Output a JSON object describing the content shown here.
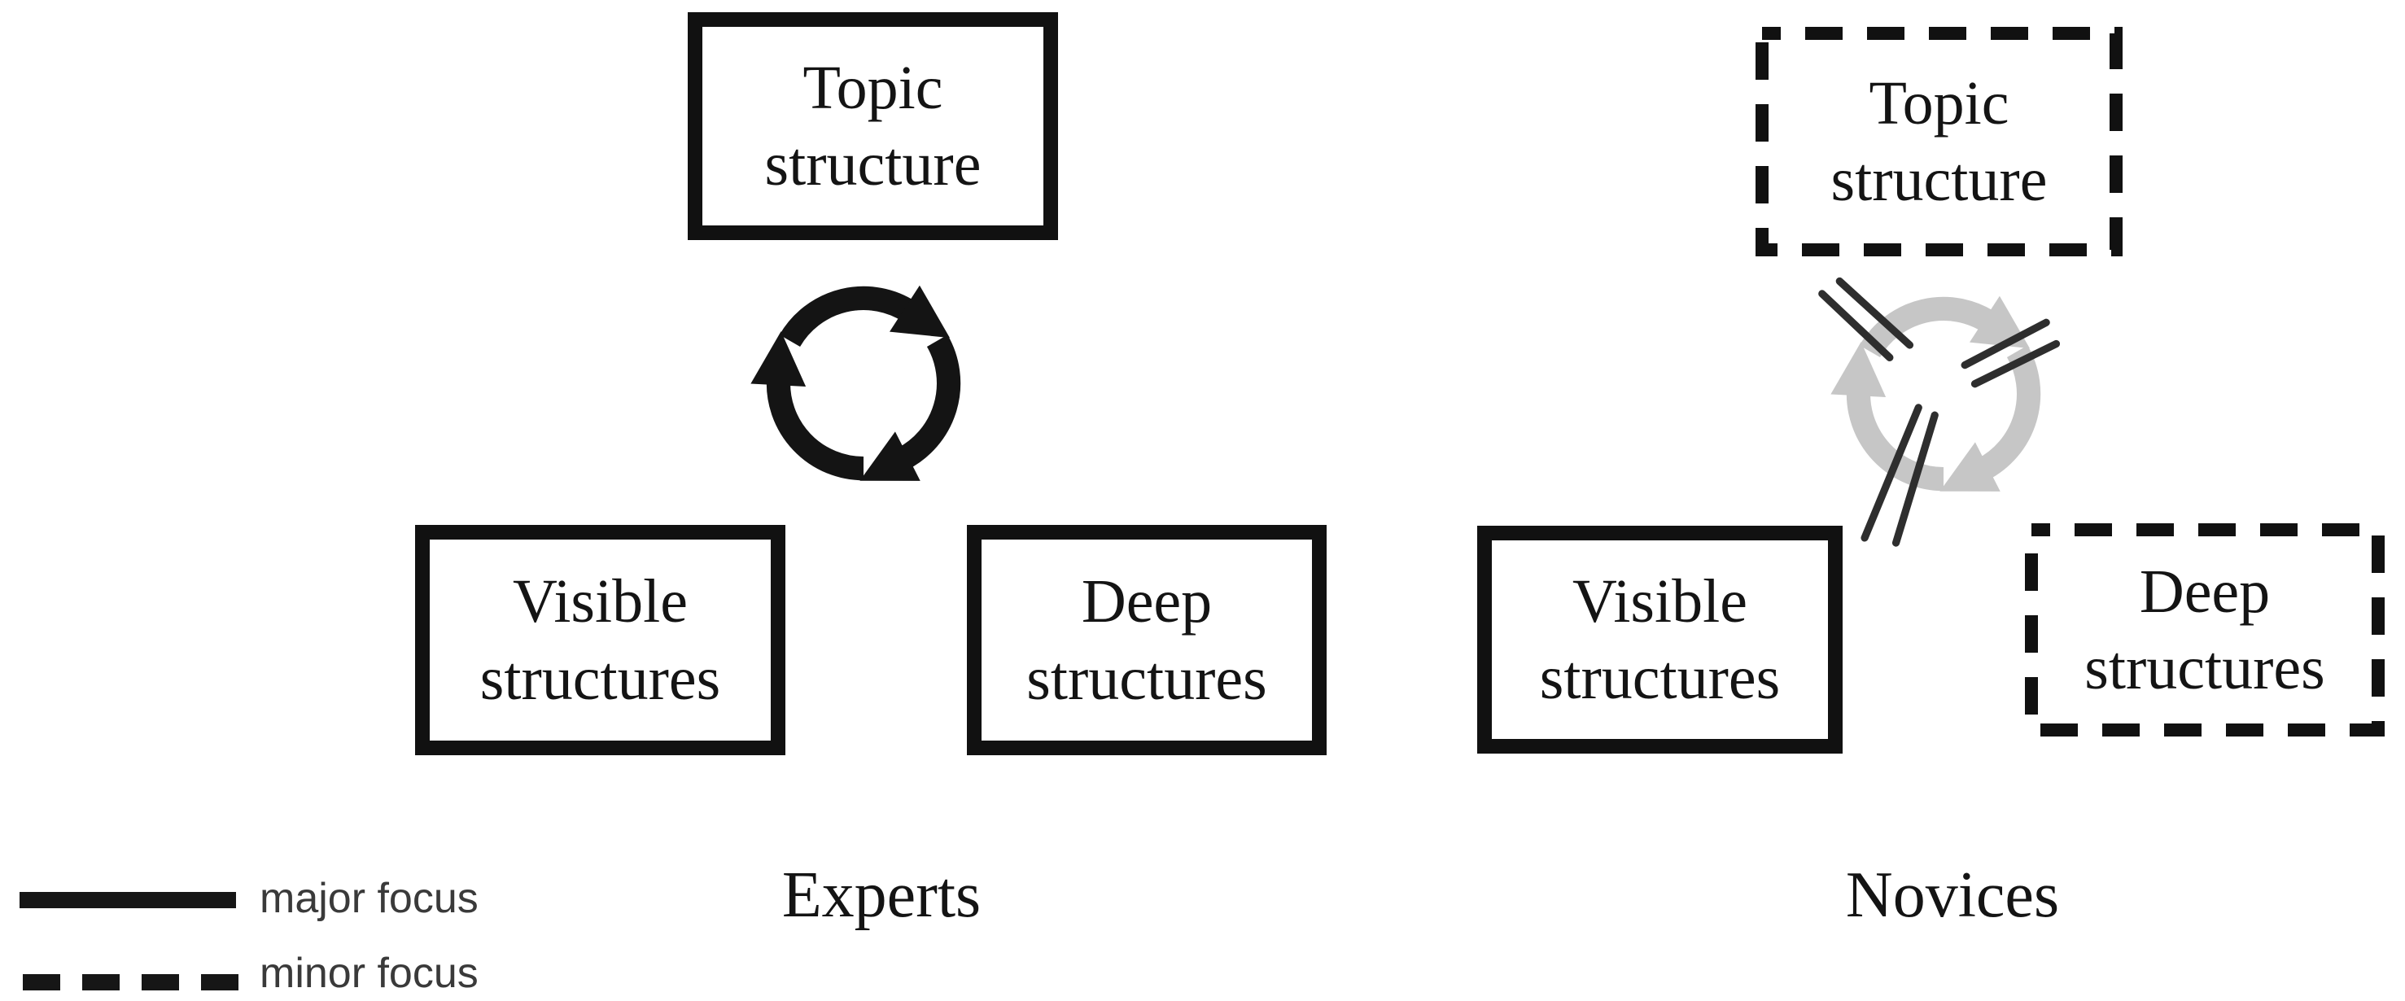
{
  "figure": {
    "background": "#ffffff",
    "colors": {
      "box_line_black": "#111111",
      "text_black": "#141414",
      "cycle_black": "#141414",
      "cycle_gray": "#c6c6c6",
      "break_mark_dark": "#2e2e2e"
    },
    "panels": [
      {
        "name": "experts",
        "label": "Experts",
        "cycle_state": "active",
        "boxes": [
          {
            "id": "topic-structure",
            "label": "Topic structure",
            "focus": "major",
            "border": "solid"
          },
          {
            "id": "visible-structures",
            "label": "Visible structures",
            "focus": "major",
            "border": "solid"
          },
          {
            "id": "deep-structures",
            "label": "Deep structures",
            "focus": "major",
            "border": "solid"
          }
        ]
      },
      {
        "name": "novices",
        "label": "Novices",
        "cycle_state": "broken",
        "boxes": [
          {
            "id": "topic-structure",
            "label": "Topic structure",
            "focus": "minor",
            "border": "dashed"
          },
          {
            "id": "visible-structures",
            "label": "Visible structures",
            "focus": "major",
            "border": "solid"
          },
          {
            "id": "deep-structures",
            "label": "Deep structures",
            "focus": "minor",
            "border": "dashed"
          }
        ]
      }
    ],
    "legend": [
      {
        "style": "solid",
        "label": "major focus"
      },
      {
        "style": "dashed",
        "label": "minor focus"
      }
    ]
  }
}
